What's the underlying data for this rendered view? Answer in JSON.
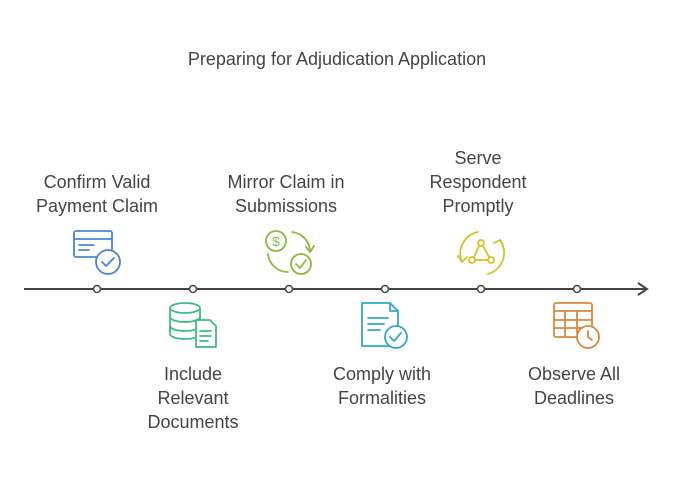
{
  "title": "Preparing for Adjudication Application",
  "steps": [
    {
      "label": "Confirm Valid\nPayment Claim",
      "icon": "payment-card-check-icon",
      "color": "#4a86d0"
    },
    {
      "label": "Include\nRelevant\nDocuments",
      "icon": "database-document-icon",
      "color": "#3fba85"
    },
    {
      "label": "Mirror Claim in\nSubmissions",
      "icon": "money-cycle-check-icon",
      "color": "#8bb83a"
    },
    {
      "label": "Comply with\nFormalities",
      "icon": "document-check-icon",
      "color": "#2fa9c9"
    },
    {
      "label": "Serve\nRespondent\nPromptly",
      "icon": "network-cycle-icon",
      "color": "#d2c428"
    },
    {
      "label": "Observe All\nDeadlines",
      "icon": "calendar-clock-icon",
      "color": "#d9883a"
    }
  ]
}
